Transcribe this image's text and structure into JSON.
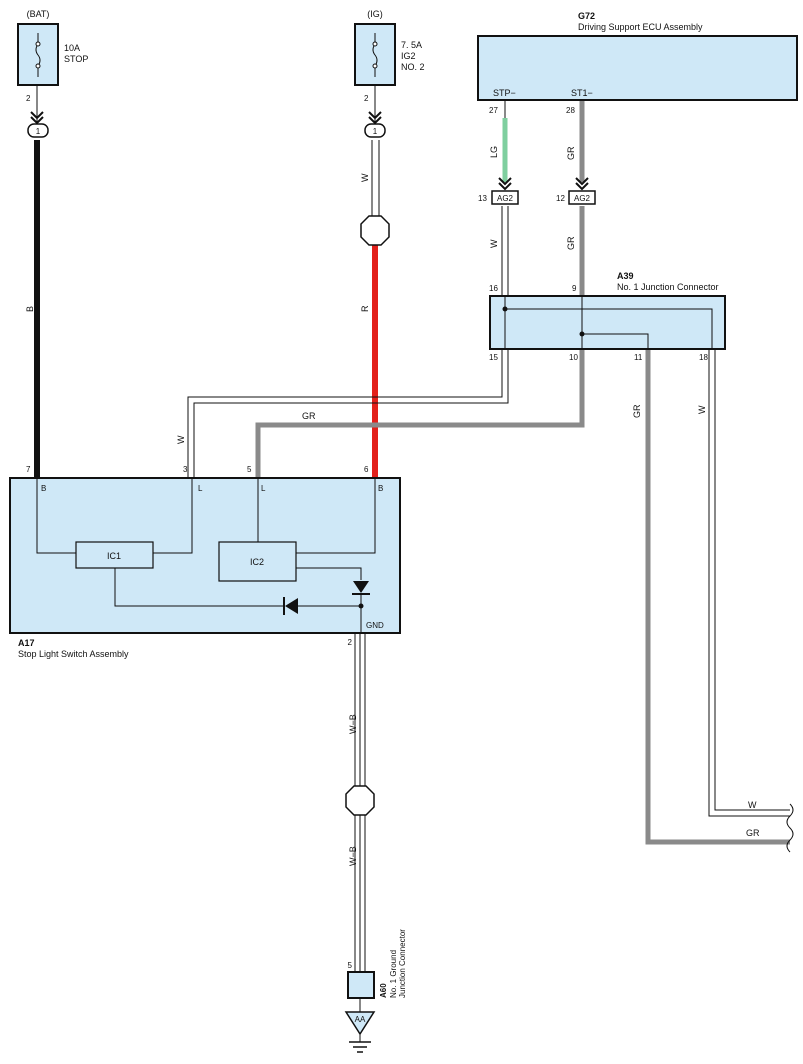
{
  "fuses": {
    "bat": {
      "source": "(BAT)",
      "rating": "10A",
      "name": "STOP",
      "pin": "2",
      "connector_pin": "1"
    },
    "ig": {
      "source": "(IG)",
      "rating": "7. 5A",
      "name1": "IG2",
      "name2": "NO. 2",
      "pin": "2",
      "connector_pin": "1"
    }
  },
  "ecu": {
    "code": "G72",
    "name": "Driving Support ECU Assembly",
    "terminal_stp": "STP−",
    "terminal_st1": "ST1−",
    "pin_stp": "27",
    "pin_st1": "28"
  },
  "ag2": {
    "label": "AG2",
    "pin_left": "13",
    "pin_right": "12"
  },
  "junction": {
    "code": "A39",
    "name": "No.  1 Junction Connector",
    "pin_16": "16",
    "pin_9": "9",
    "pin_15": "15",
    "pin_10": "10",
    "pin_11": "11",
    "pin_18": "18"
  },
  "switch": {
    "code": "A17",
    "name": "Stop Light Switch Assembly",
    "pin_7": "7",
    "pin_3": "3",
    "pin_5": "5",
    "pin_6": "6",
    "pin_2": "2",
    "term_b_left": "B",
    "term_l_left": "L",
    "term_l_right": "L",
    "term_b_right": "B",
    "ic1": "IC1",
    "ic2": "IC2",
    "gnd": "GND"
  },
  "ground": {
    "code": "A60",
    "name1": "No. 1 Ground",
    "name2": "Junction Connector",
    "pin": "5",
    "point": "AA"
  },
  "wires": {
    "b": "B",
    "w": "W",
    "r": "R",
    "lg": "LG",
    "gr": "GR",
    "w_ag2": "W",
    "gr_ag2": "GR",
    "w_switch": "W",
    "gr_switch": "GR",
    "gr_out": "GR",
    "w_out": "W",
    "w_right": "W",
    "gr_right": "GR",
    "wb_upper": "W−B",
    "wb_lower": "W−B"
  },
  "colors": {
    "black_wire": "#111111",
    "red_wire": "#e3201b",
    "green_wire": "#7fcf9f",
    "gray_wire": "#8a8a8a",
    "component_fill": "#cfe8f7"
  }
}
